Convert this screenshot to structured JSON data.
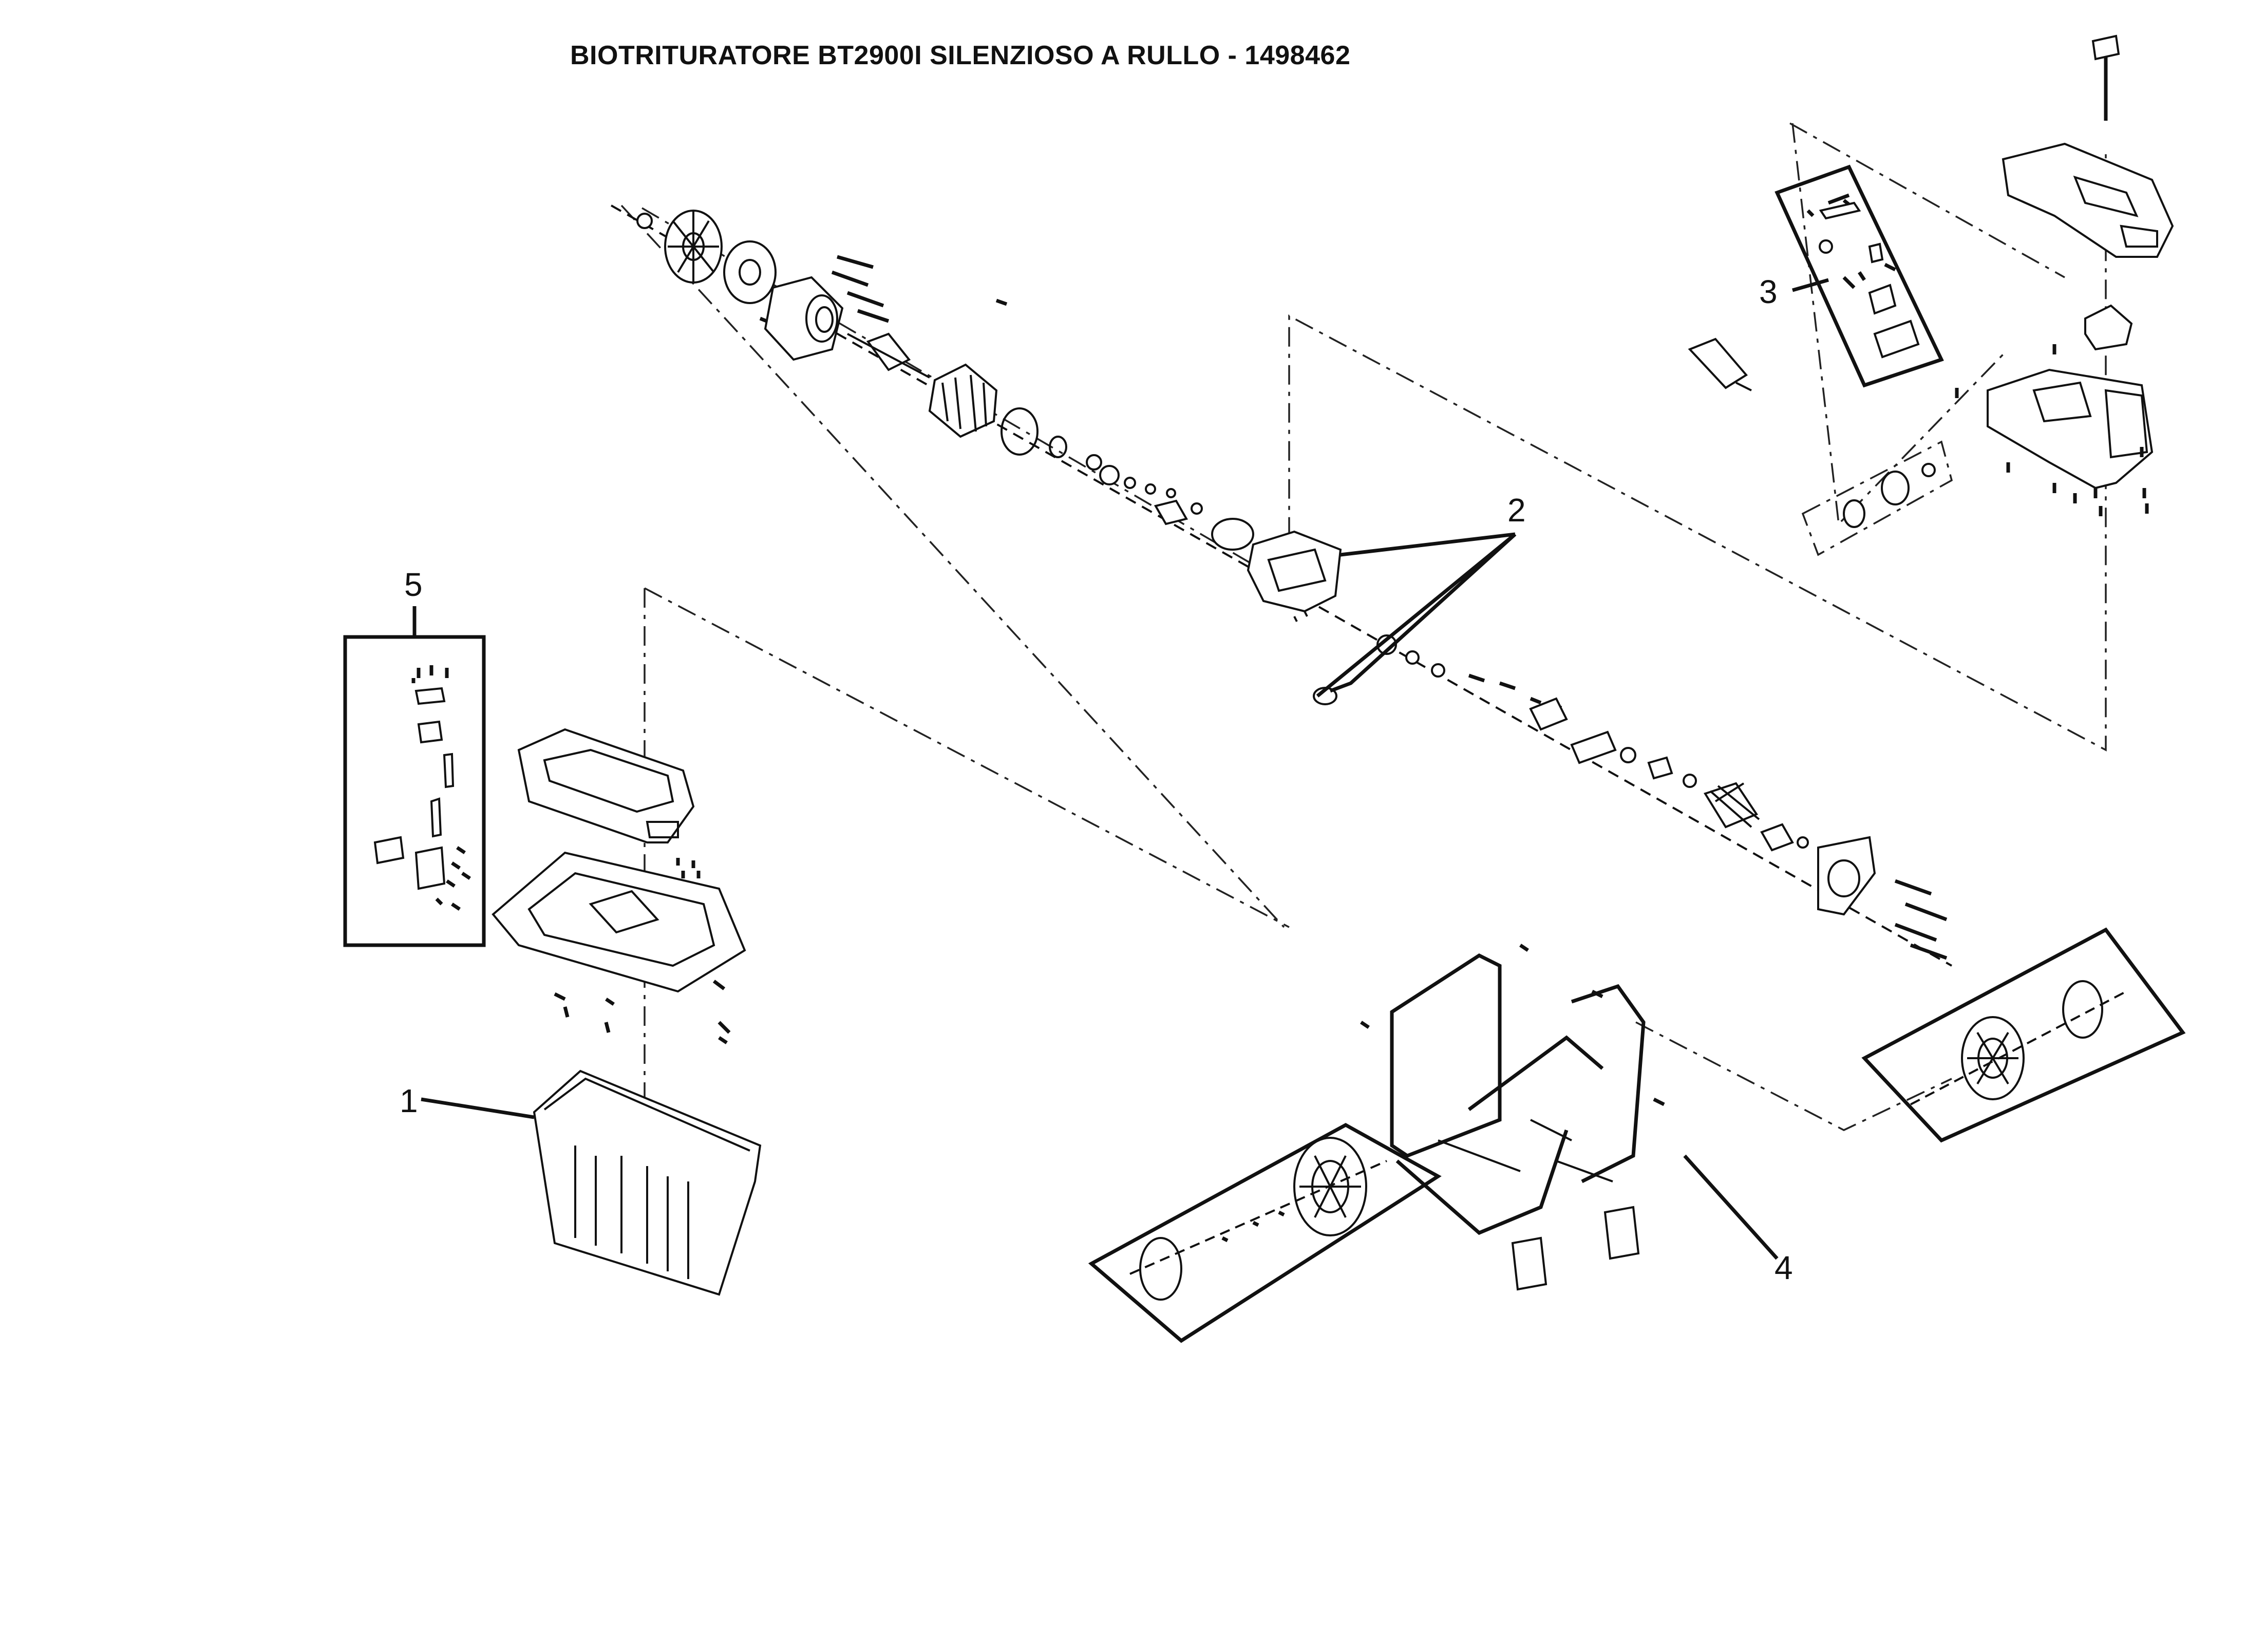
{
  "title": "BIOTRITURATORE BT2900I SILENZIOSO A RULLO - 1498462",
  "callouts": [
    {
      "id": "1",
      "label": "1"
    },
    {
      "id": "2",
      "label": "2"
    },
    {
      "id": "3",
      "label": "3"
    },
    {
      "id": "4",
      "label": "4"
    },
    {
      "id": "5",
      "label": "5"
    }
  ]
}
